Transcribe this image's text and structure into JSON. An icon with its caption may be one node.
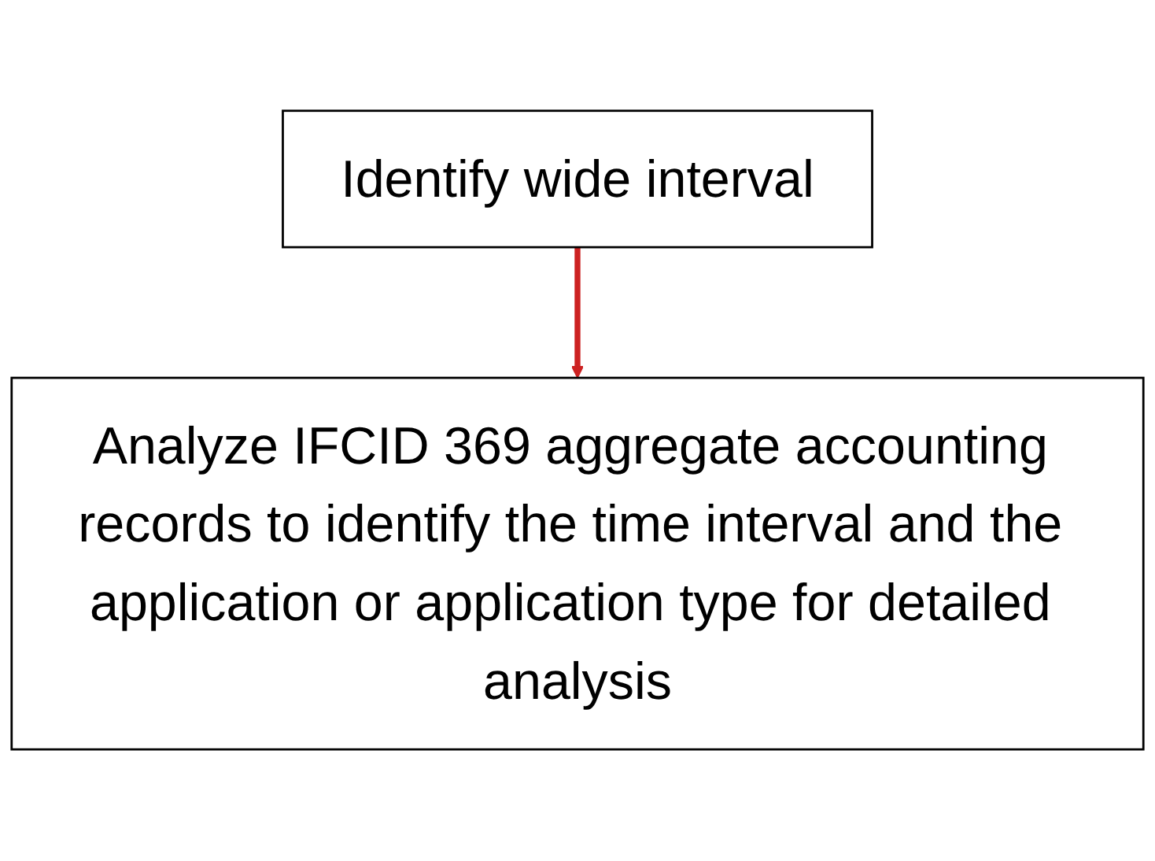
{
  "diagram": {
    "nodes": [
      {
        "text": [
          "Identify wide interval"
        ]
      },
      {
        "text": [
          "Analyze IFCID 369 aggregate accounting records to identify the time interval and the application or application type for detailed analysis"
        ]
      }
    ],
    "edges": [
      {
        "from": 0,
        "to": 1,
        "arrow": "to",
        "color": "#cc2222"
      }
    ]
  }
}
